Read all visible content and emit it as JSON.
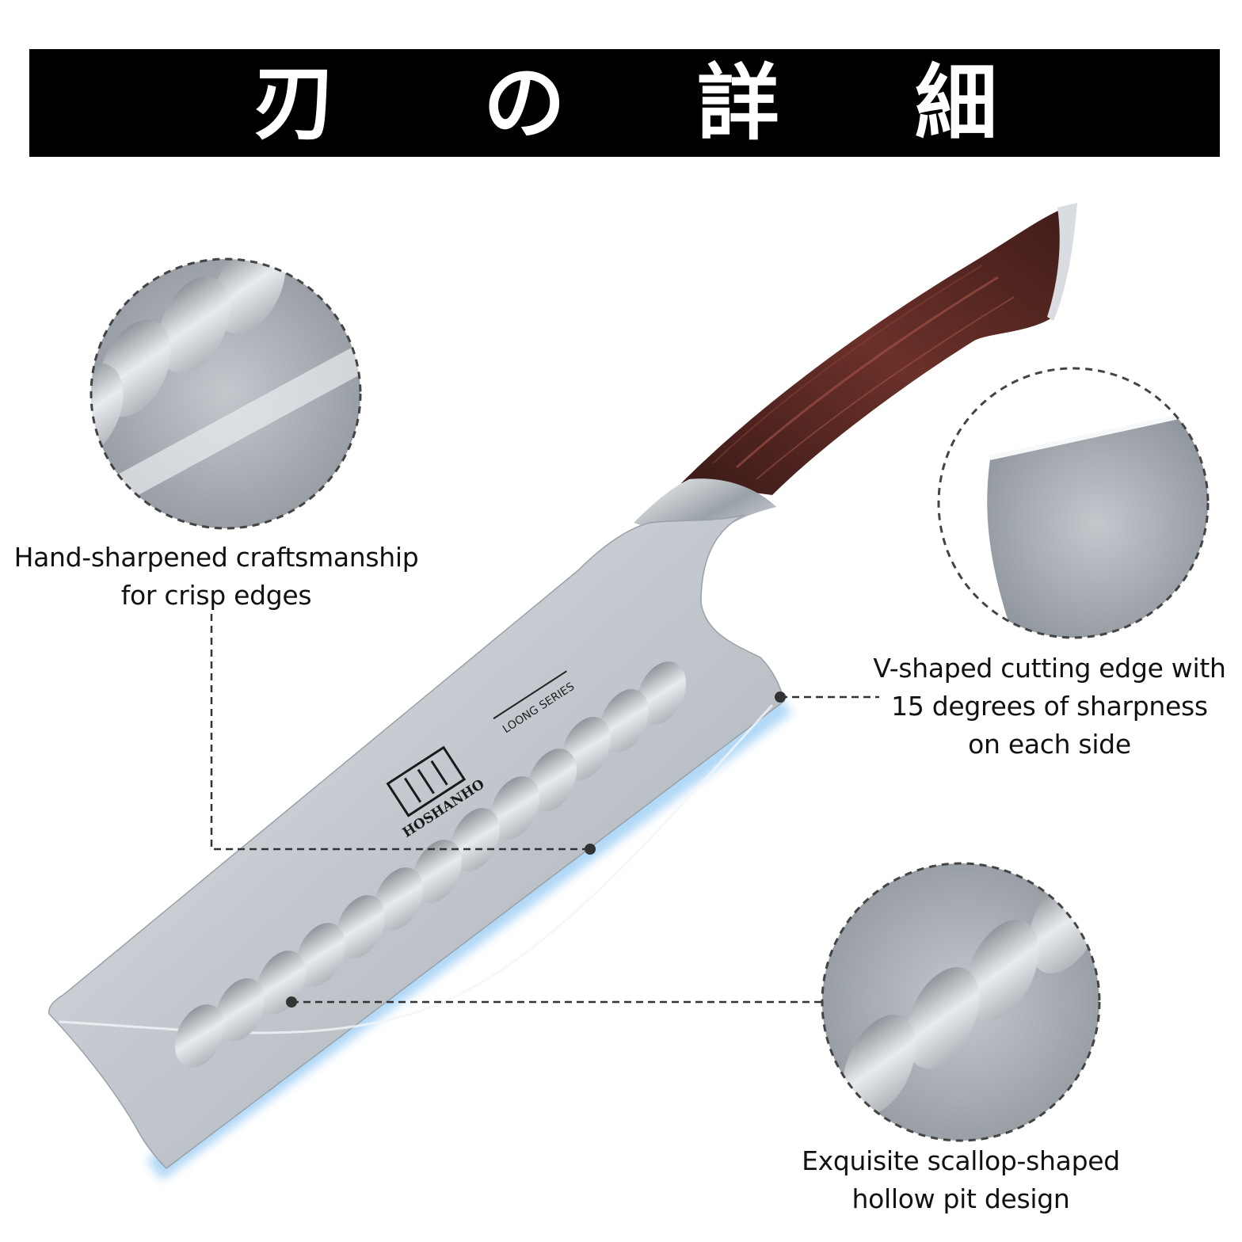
{
  "banner": {
    "characters": [
      "刃",
      "の",
      "詳",
      "細"
    ]
  },
  "product": {
    "brand_logo_text": "HOSHANHO",
    "series_text": "LOONG SERIES"
  },
  "callouts": {
    "left": {
      "line1": "Hand-sharpened craftsmanship",
      "line2": "for crisp edges"
    },
    "right": {
      "line1": "V-shaped cutting edge with",
      "line2": "15 degrees of sharpness",
      "line3": "on each side"
    },
    "bottom": {
      "line1": "Exquisite scallop-shaped",
      "line2": "hollow pit design"
    }
  },
  "colors": {
    "banner_bg": "#000000",
    "banner_text": "#ffffff",
    "blade_steel": "#c9ced4",
    "handle_wood": "#5a2a24",
    "edge_glow": "#6fb8f0"
  },
  "icons": {
    "knife": "nakiri-knife-illustration",
    "zoom_lens": "magnified-detail-circle"
  }
}
